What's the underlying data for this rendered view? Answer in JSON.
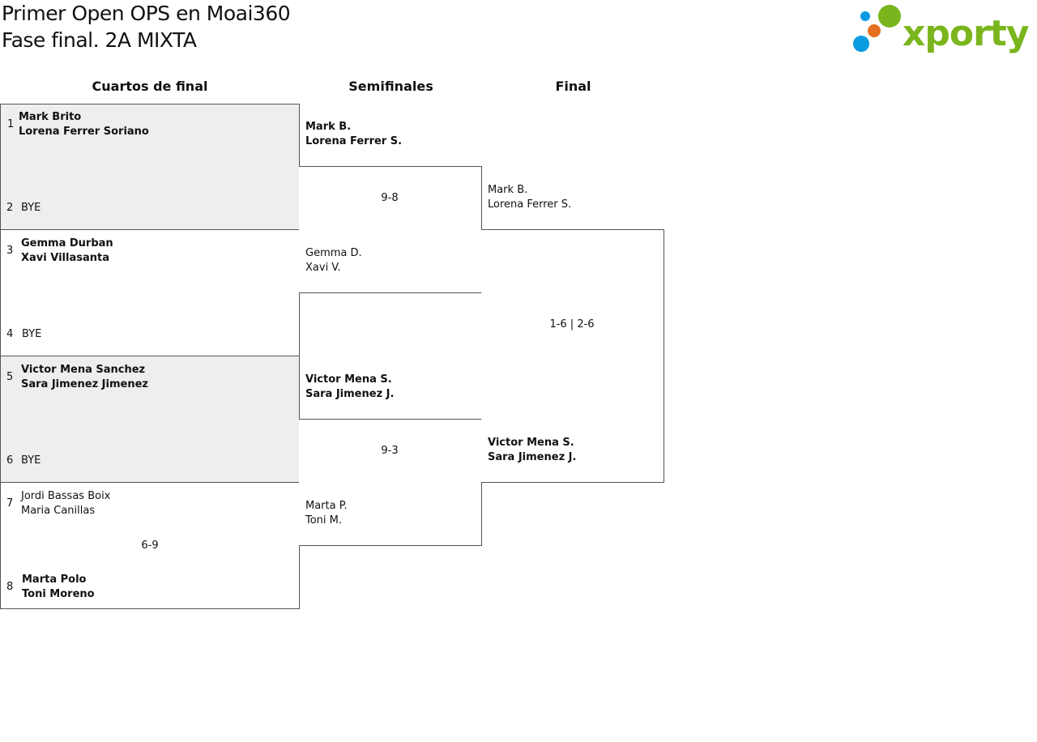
{
  "header": {
    "title_line1": "Primer Open OPS en Moai360",
    "title_line2": "Fase final. 2A MIXTA",
    "logo_text": "xporty",
    "logo_colors": {
      "green": "#7ab51d",
      "blue": "#0a9be0",
      "orange": "#e4701e"
    }
  },
  "rounds": {
    "quarterfinals": "Cuartos de final",
    "semifinals": "Semifinales",
    "final": "Final"
  },
  "quarterfinals": [
    {
      "top": {
        "seed": "1",
        "player1": "Mark Brito",
        "player2": "Lorena Ferrer Soriano"
      },
      "bottom": {
        "seed": "2",
        "player1": "BYE",
        "player2": ""
      },
      "score": ""
    },
    {
      "top": {
        "seed": "3",
        "player1": "Gemma Durban",
        "player2": "Xavi Villasanta"
      },
      "bottom": {
        "seed": "4",
        "player1": "BYE",
        "player2": ""
      },
      "score": ""
    },
    {
      "top": {
        "seed": "5",
        "player1": "Victor Mena Sanchez",
        "player2": "Sara Jimenez Jimenez"
      },
      "bottom": {
        "seed": "6",
        "player1": "BYE",
        "player2": ""
      },
      "score": ""
    },
    {
      "top": {
        "seed": "7",
        "player1": "Jordi Bassas Boix",
        "player2": "Maria Canillas"
      },
      "bottom": {
        "seed": "8",
        "player1": "Marta Polo",
        "player2": "Toni Moreno"
      },
      "score": "6-9"
    }
  ],
  "semifinals": [
    {
      "top": {
        "player1": "Mark B.",
        "player2": "Lorena Ferrer S."
      },
      "bottom": {
        "player1": "Gemma D.",
        "player2": "Xavi V."
      },
      "score": "9-8"
    },
    {
      "top": {
        "player1": "Victor Mena S.",
        "player2": "Sara Jimenez J."
      },
      "bottom": {
        "player1": "Marta P.",
        "player2": "Toni M."
      },
      "score": "9-3"
    }
  ],
  "final": {
    "top": {
      "player1": "Mark B.",
      "player2": "Lorena Ferrer S."
    },
    "bottom": {
      "player1": "Victor Mena S.",
      "player2": "Sara Jimenez J."
    },
    "score": "1-6 | 2-6"
  }
}
